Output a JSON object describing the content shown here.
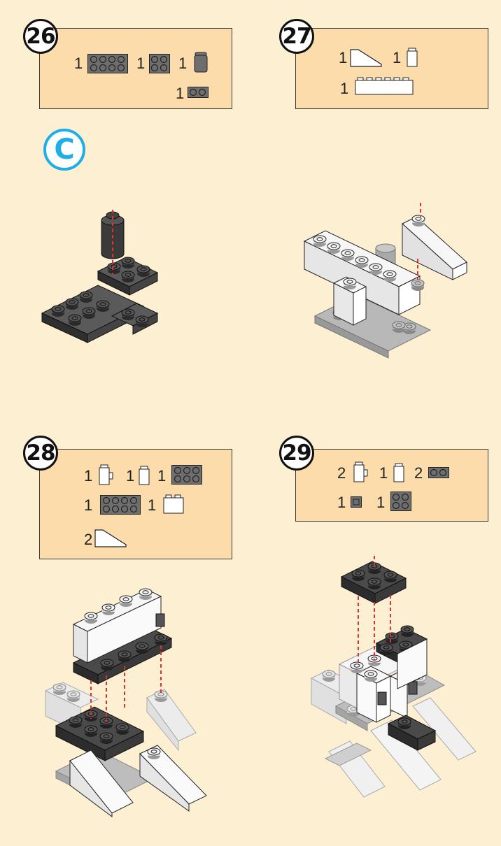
{
  "colors": {
    "background": "#fdf0d2",
    "parts_box": "#fbdcaa",
    "section_accent": "#1eaee8",
    "dark_brick": "#3a3a3a",
    "light_gray_brick": "#b8b8b8",
    "guide_line": "#e03030"
  },
  "section": {
    "label": "C"
  },
  "steps": [
    {
      "number": "26",
      "parts": [
        {
          "qty": "1",
          "icon": "dark-plate-2x4-icon"
        },
        {
          "qty": "1",
          "icon": "dark-plate-2x2-icon"
        },
        {
          "qty": "1",
          "icon": "dark-round-brick-icon"
        },
        {
          "qty": "1",
          "icon": "dark-plate-1x2-icon"
        }
      ]
    },
    {
      "number": "27",
      "parts": [
        {
          "qty": "1",
          "icon": "white-slope-icon"
        },
        {
          "qty": "1",
          "icon": "white-brick-1x1-icon"
        },
        {
          "qty": "1",
          "icon": "white-brick-1x6-icon"
        }
      ]
    },
    {
      "number": "28",
      "parts": [
        {
          "qty": "1",
          "icon": "white-brick-side-stud-icon"
        },
        {
          "qty": "1",
          "icon": "white-brick-1x1-icon"
        },
        {
          "qty": "1",
          "icon": "dark-plate-2x3-icon"
        },
        {
          "qty": "1",
          "icon": "dark-plate-2x4-icon"
        },
        {
          "qty": "1",
          "icon": "white-brick-1x2-icon"
        },
        {
          "qty": "2",
          "icon": "white-slope-icon"
        }
      ]
    },
    {
      "number": "29",
      "parts": [
        {
          "qty": "2",
          "icon": "white-brick-side-stud-icon"
        },
        {
          "qty": "1",
          "icon": "white-brick-1x1-icon"
        },
        {
          "qty": "2",
          "icon": "dark-plate-1x2-icon"
        },
        {
          "qty": "1",
          "icon": "dark-tile-1x1-icon"
        },
        {
          "qty": "1",
          "icon": "dark-plate-2x2-icon"
        }
      ]
    }
  ]
}
